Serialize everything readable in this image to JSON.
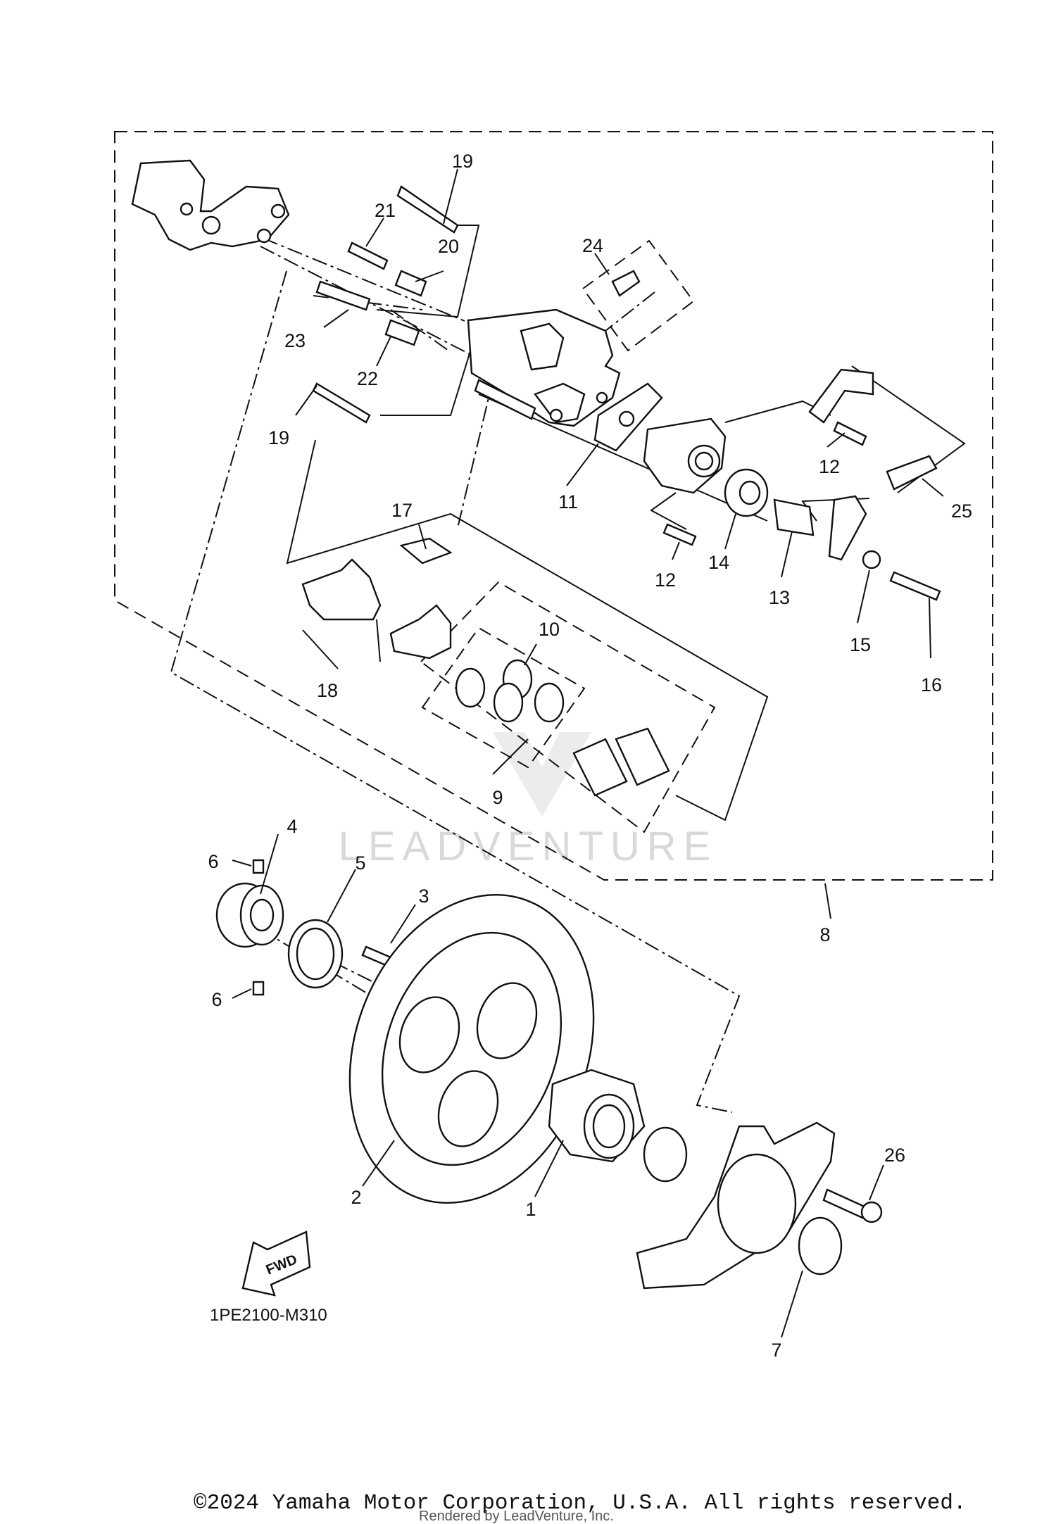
{
  "diagram": {
    "diagram_code": "1PE2100-M310",
    "direction_arrow": "FWD",
    "watermark": "LEADVENTURE",
    "copyright": "©2024 Yamaha Motor Corporation, U.S.A. All rights reserved.",
    "rendered_by": "Rendered by LeadVenture, Inc."
  },
  "parts": [
    {
      "ref": "1"
    },
    {
      "ref": "2"
    },
    {
      "ref": "3"
    },
    {
      "ref": "4"
    },
    {
      "ref": "5"
    },
    {
      "ref": "6"
    },
    {
      "ref": "6"
    },
    {
      "ref": "7"
    },
    {
      "ref": "8"
    },
    {
      "ref": "9"
    },
    {
      "ref": "10"
    },
    {
      "ref": "11"
    },
    {
      "ref": "12"
    },
    {
      "ref": "12"
    },
    {
      "ref": "13"
    },
    {
      "ref": "14"
    },
    {
      "ref": "15"
    },
    {
      "ref": "16"
    },
    {
      "ref": "17"
    },
    {
      "ref": "18"
    },
    {
      "ref": "19"
    },
    {
      "ref": "19"
    },
    {
      "ref": "20"
    },
    {
      "ref": "21"
    },
    {
      "ref": "22"
    },
    {
      "ref": "23"
    },
    {
      "ref": "24"
    },
    {
      "ref": "25"
    },
    {
      "ref": "26"
    }
  ]
}
